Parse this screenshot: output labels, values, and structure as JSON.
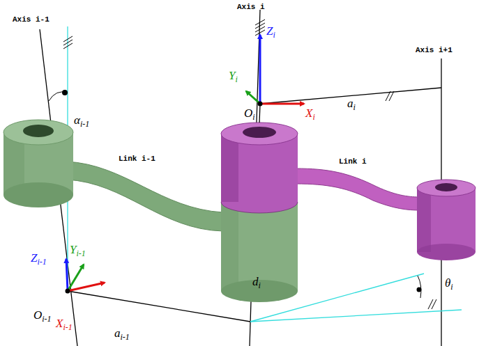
{
  "diagram": {
    "labels": [
      "Axis i-1",
      "Axis i",
      "Axis i+1",
      "Zi",
      "Yi",
      "Xi",
      "Oi",
      "ai",
      "αi-1",
      "Link i-1",
      "Link i",
      "Zi-1",
      "Yi-1",
      "Oi-1",
      "Xi-1",
      "ai-1",
      "di",
      "θi"
    ]
  }
}
